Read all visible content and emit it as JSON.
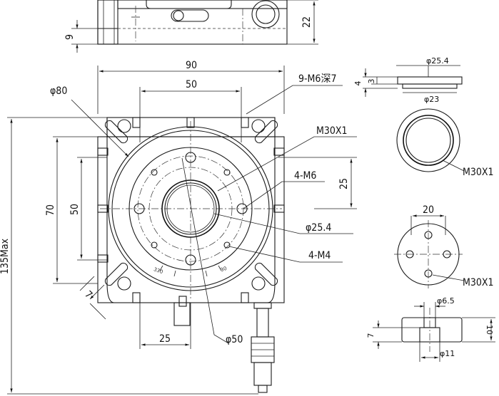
{
  "labels": {
    "top_height": "22",
    "top_offset": "9",
    "width_90": "90",
    "width_50": "50",
    "holes_9m6": "9-M6深7",
    "phi80": "φ80",
    "m30x1_main": "M30X1",
    "m6_4": "4-M6",
    "dim_25_right": "25",
    "phi25_4_main": "φ25.4",
    "m4_4": "4-M4",
    "height_70": "70",
    "height_50": "50",
    "height_135": "135Max",
    "slot_7": "7",
    "dim_25_bottom": "25",
    "phi50": "φ50",
    "ring_phi25_4": "φ25.4",
    "ring_4": "4",
    "ring_3": "3",
    "ring_phi23": "φ23",
    "ring_m30x1": "M30X1",
    "plate_20": "20",
    "plate_m30x1": "M30X1",
    "plug_phi6_5": "φ6.5",
    "plug_7": "7",
    "plug_10": "10",
    "plug_phi11": "φ11",
    "scale_330": "330",
    "scale_30": "30"
  }
}
